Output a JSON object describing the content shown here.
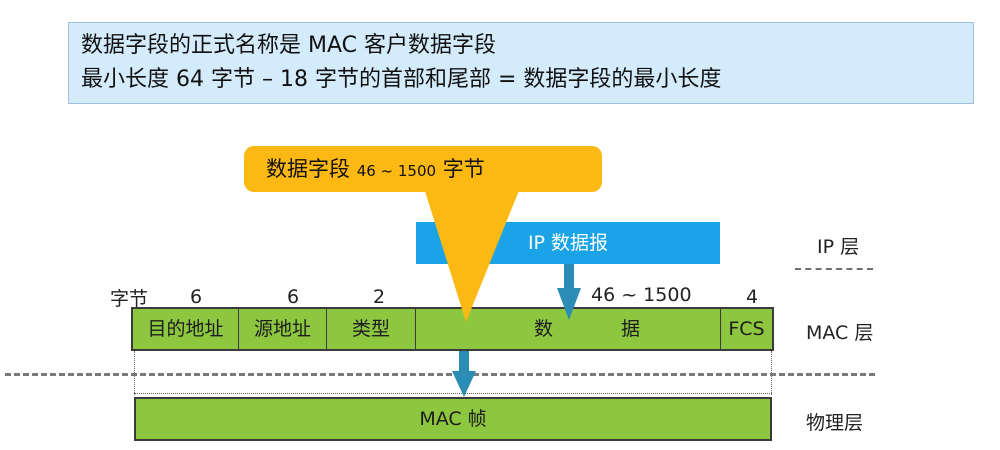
{
  "note": {
    "line1": "数据字段的正式名称是 MAC 客户数据字段",
    "line2": "最小长度 64 字节 – 18 字节的首部和尾部 = 数据字段的最小长度"
  },
  "callout": {
    "prefix": "数据字段",
    "range": "46 ~ 1500",
    "suffix": "字节"
  },
  "ip_layer": {
    "bar_label": "IP 数据报",
    "layer_label": "IP 层"
  },
  "mac_layer": {
    "byte_unit_label": "字节",
    "byte_counts": [
      "6",
      "6",
      "2",
      "46 ~ 1500",
      "4"
    ],
    "fields": [
      "目的地址",
      "源地址",
      "类型",
      "数",
      "据",
      "FCS"
    ],
    "layer_label": "MAC 层"
  },
  "physical_layer": {
    "frame_label": "MAC 帧",
    "layer_label": "物理层"
  },
  "colors": {
    "note_bg": "#d3ebfb",
    "ip_bar": "#1aa3e6",
    "frame_green": "#8dc63f",
    "callout_orange": "#fdb913",
    "arrow_teal": "#2b8db5"
  }
}
